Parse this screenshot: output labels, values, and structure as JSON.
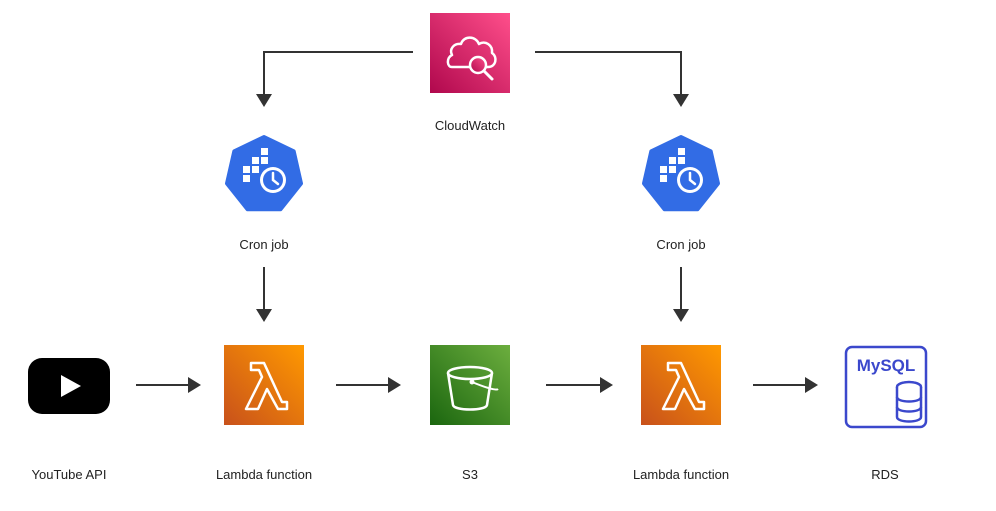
{
  "nodes": {
    "cloudwatch": {
      "label": "CloudWatch",
      "icon": "cloudwatch-icon",
      "color": "#E7157B"
    },
    "cron_left": {
      "label": "Cron job",
      "icon": "kubernetes-cronjob-icon",
      "color": "#326CE5"
    },
    "cron_right": {
      "label": "Cron job",
      "icon": "kubernetes-cronjob-icon",
      "color": "#326CE5"
    },
    "youtube": {
      "label": "YouTube API",
      "icon": "youtube-icon",
      "color": "#000000"
    },
    "lambda_left": {
      "label": "Lambda function",
      "icon": "aws-lambda-icon",
      "color": "#ED7100"
    },
    "s3": {
      "label": "S3",
      "icon": "aws-s3-icon",
      "color": "#3F8624"
    },
    "lambda_right": {
      "label": "Lambda function",
      "icon": "aws-lambda-icon",
      "color": "#ED7100"
    },
    "rds": {
      "label": "RDS",
      "icon": "mysql-rds-icon",
      "icon_text": "MySQL",
      "color": "#3B48CC"
    }
  },
  "edges": [
    {
      "from": "cloudwatch",
      "to": "cron_left"
    },
    {
      "from": "cloudwatch",
      "to": "cron_right"
    },
    {
      "from": "cron_left",
      "to": "lambda_left"
    },
    {
      "from": "cron_right",
      "to": "lambda_right"
    },
    {
      "from": "youtube",
      "to": "lambda_left"
    },
    {
      "from": "lambda_left",
      "to": "s3"
    },
    {
      "from": "s3",
      "to": "lambda_right"
    },
    {
      "from": "lambda_right",
      "to": "rds"
    }
  ]
}
